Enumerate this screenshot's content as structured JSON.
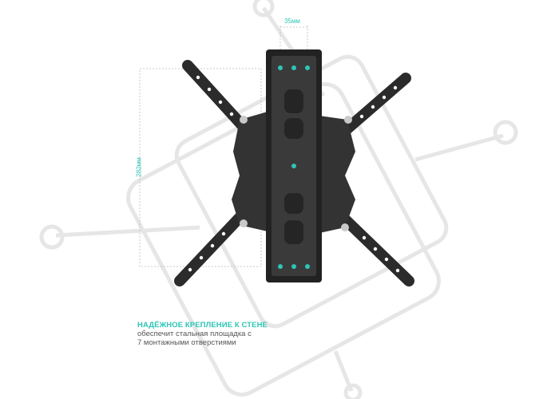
{
  "caption": {
    "headline": "НАДЁЖНОЕ КРЕПЛЕНИЕ К СТЕНЕ",
    "line1": "обеспечит стальная площадка с",
    "line2": "7 монтажными отверстиями"
  },
  "dimensions": {
    "width_label": "35мм",
    "height_label": "282мм"
  },
  "colors": {
    "accent": "#2ec4b6",
    "outline": "#e6e6e6",
    "metal": "#2b2b2b"
  }
}
